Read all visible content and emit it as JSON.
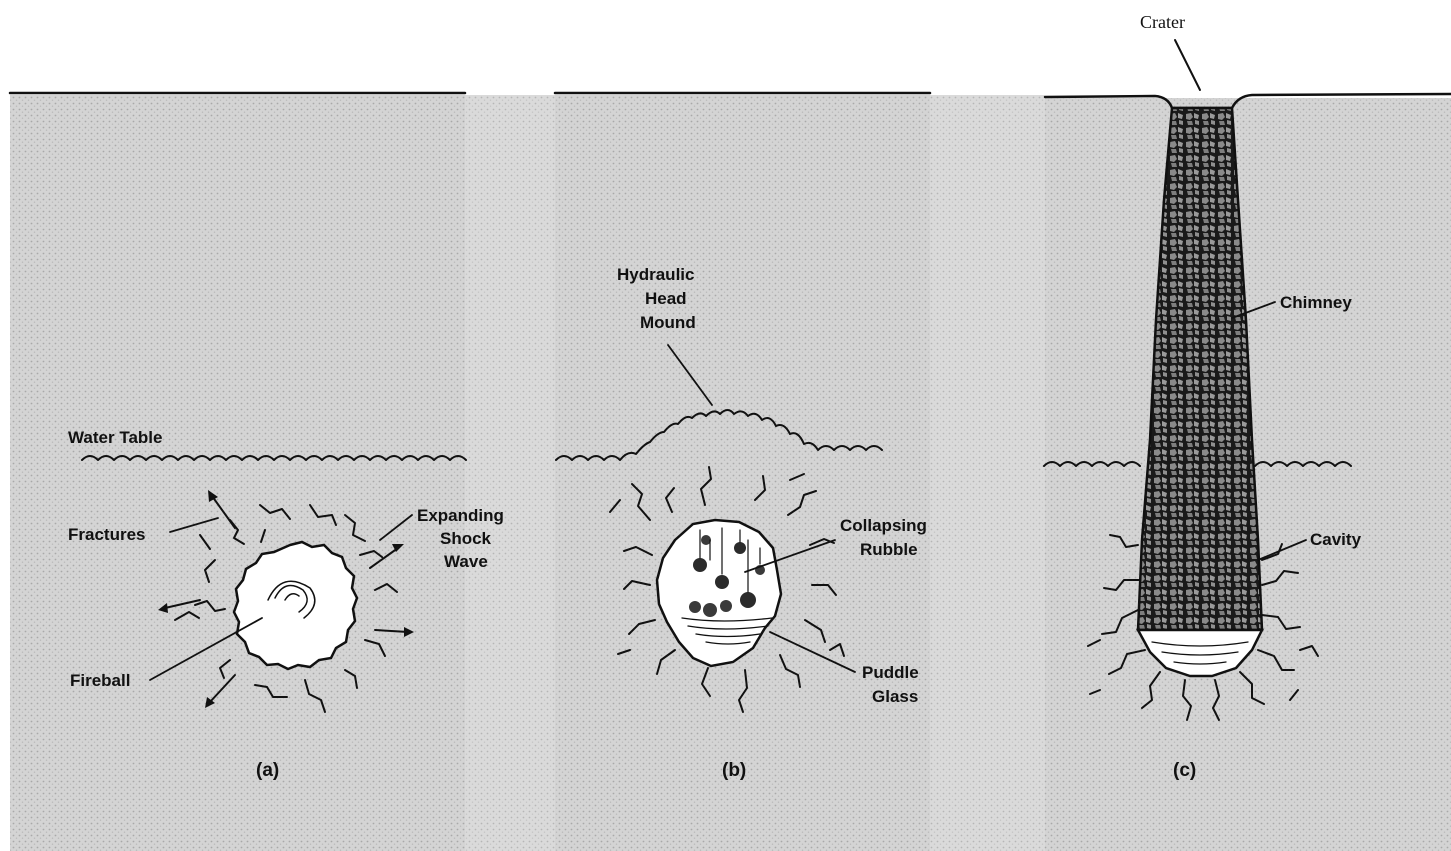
{
  "labels": {
    "crater": "Crater",
    "water_table": "Water Table",
    "fractures": "Fractures",
    "expanding_shock_wave": [
      "Expanding",
      "Shock",
      "Wave"
    ],
    "fireball": "Fireball",
    "hydraulic_head_mound": [
      "Hydraulic",
      "Head",
      "Mound"
    ],
    "collapsing_rubble": [
      "Collapsing",
      "Rubble"
    ],
    "puddle_glass": [
      "Puddle",
      "Glass"
    ],
    "chimney": "Chimney",
    "cavity": "Cavity"
  },
  "captions": {
    "a": "(a)",
    "b": "(b)",
    "c": "(c)"
  },
  "colors": {
    "ground": "#cfcfcf",
    "ink": "#111111",
    "background": "#ffffff"
  }
}
